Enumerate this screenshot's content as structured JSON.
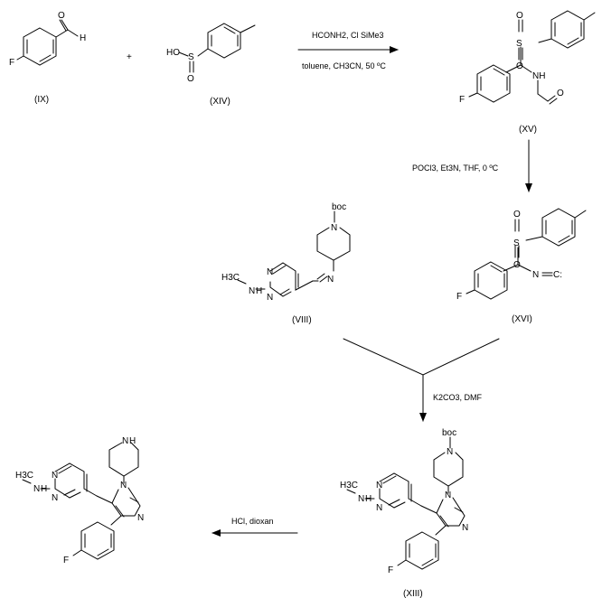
{
  "compounds": {
    "ix": {
      "label": "(IX)",
      "atoms": {
        "f": "F",
        "o": "O",
        "h": "H"
      }
    },
    "xiv": {
      "label": "(XIV)",
      "atoms": {
        "ho": "HO",
        "s": "S",
        "o": "O"
      }
    },
    "xv": {
      "label": "(XV)",
      "atoms": {
        "s": "S",
        "o1": "O",
        "o2": "O",
        "nh": "NH",
        "o3": "O",
        "f": "F"
      }
    },
    "xvi": {
      "label": "(XVI)",
      "atoms": {
        "s": "S",
        "o1": "O",
        "o2": "O",
        "n": "N",
        "c": "C:",
        "f": "F"
      }
    },
    "viii": {
      "label": "(VIII)",
      "atoms": {
        "boc": "boc",
        "n1": "N",
        "n2": "N",
        "n3": "N",
        "n4": "N",
        "h3c": "H3C",
        "nh": "N",
        "h": "H"
      }
    },
    "xiii": {
      "label": "(XIII)",
      "atoms": {
        "boc": "boc",
        "n1": "N",
        "n2": "N",
        "n3": "N",
        "n4": "N",
        "n5": "N",
        "h3c": "H3C",
        "nh": "N",
        "h": "H",
        "f": "F"
      }
    },
    "product": {
      "atoms": {
        "nh_top": "N",
        "h_top": "H",
        "n1": "N",
        "n2": "N",
        "n3": "N",
        "n4": "N",
        "h3c": "H3C",
        "nh": "N",
        "h": "H",
        "f": "F"
      }
    }
  },
  "plus_sign": "+",
  "reactions": {
    "step1": {
      "above": "HCONH2, Cl SiMe3",
      "below": "toluene, CH3CN, 50 ºC"
    },
    "step2": {
      "side": "POCl3, Et3N, THF, 0 ºC"
    },
    "step3": {
      "side": "K2CO3, DMF"
    },
    "step4": {
      "above": "HCl, dioxan"
    }
  }
}
